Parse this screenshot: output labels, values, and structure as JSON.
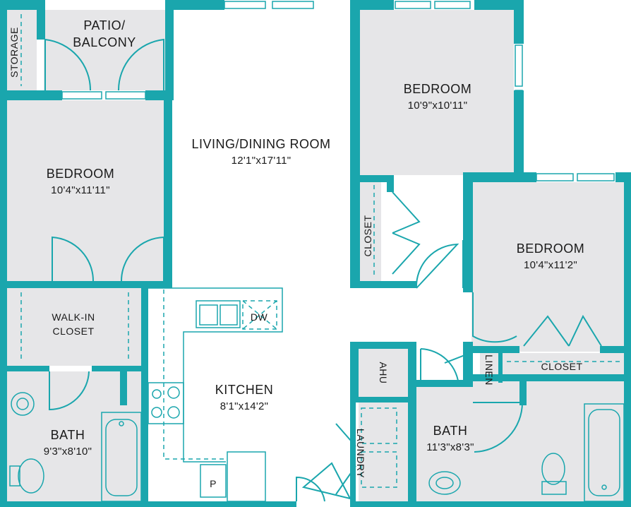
{
  "colors": {
    "wall": "#1aa6ad",
    "room": "#e6e6e8",
    "open": "#ffffff"
  },
  "rooms": {
    "patio": {
      "line1": "PATIO/",
      "line2": "BALCONY"
    },
    "storage": {
      "name": "STORAGE"
    },
    "living": {
      "name": "LIVING/DINING ROOM",
      "dims": "12'1\"x17'11\""
    },
    "bedroom_ne": {
      "name": "BEDROOM",
      "dims": "10'9\"x10'11\""
    },
    "bedroom_w": {
      "name": "BEDROOM",
      "dims": "10'4\"x11'11\""
    },
    "bedroom_e": {
      "name": "BEDROOM",
      "dims": "10'4\"x11'2\""
    },
    "closet_mid": {
      "name": "CLOSET"
    },
    "closet_e": {
      "name": "CLOSET"
    },
    "walkin": {
      "line1": "WALK-IN",
      "line2": "CLOSET"
    },
    "kitchen": {
      "name": "KITCHEN",
      "dims": "8'1\"x14'2\""
    },
    "bath_w": {
      "name": "BATH",
      "dims": "9'3\"x8'10\""
    },
    "bath_e": {
      "name": "BATH",
      "dims": "11'3\"x8'3\""
    },
    "ahu": {
      "name": "AHU"
    },
    "linen": {
      "name": "LINEN"
    },
    "laundry": {
      "name": "LAUNDRY"
    }
  },
  "fixtures": {
    "dishwasher": "DW",
    "pantry": "P"
  }
}
